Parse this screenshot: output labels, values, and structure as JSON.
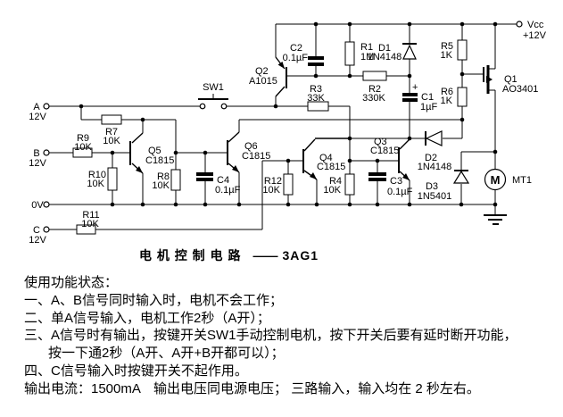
{
  "caption": {
    "text": "电 机 控 制 电 路",
    "dash": "——",
    "model": "3AG1"
  },
  "terminals": {
    "a": {
      "name": "A",
      "voltage": "12V"
    },
    "b": {
      "name": "B",
      "voltage": "12V"
    },
    "zero": {
      "name": "0V"
    },
    "c": {
      "name": "C",
      "voltage": "12V"
    },
    "vcc": {
      "name": "Vcc",
      "voltage": "+12V"
    }
  },
  "components": {
    "r1": {
      "ref": "R1",
      "value": "1M"
    },
    "r2": {
      "ref": "R2",
      "value": "330K"
    },
    "r3": {
      "ref": "R3",
      "value": "33K"
    },
    "r4": {
      "ref": "R4",
      "value": "10K"
    },
    "r5": {
      "ref": "R5",
      "value": "1K"
    },
    "r6": {
      "ref": "R6",
      "value": "1K"
    },
    "r7": {
      "ref": "R7",
      "value": "10K"
    },
    "r8": {
      "ref": "R8",
      "value": "10K"
    },
    "r9": {
      "ref": "R9",
      "value": "10K"
    },
    "r10": {
      "ref": "R10",
      "value": "10K"
    },
    "r11": {
      "ref": "R11",
      "value": "10K"
    },
    "r12": {
      "ref": "R12",
      "value": "10K"
    },
    "c1": {
      "ref": "C1",
      "value": "1µF"
    },
    "c2": {
      "ref": "C2",
      "value": "0.1µF"
    },
    "c3": {
      "ref": "C3",
      "value": "0.1µF"
    },
    "c4": {
      "ref": "C4",
      "value": "0.1µF"
    },
    "d1": {
      "ref": "D1",
      "value": "1N4148"
    },
    "d2": {
      "ref": "D2",
      "value": "1N4148"
    },
    "d3": {
      "ref": "D3",
      "value": "1N5401"
    },
    "q1": {
      "ref": "Q1",
      "value": "AO3401"
    },
    "q2": {
      "ref": "Q2",
      "value": "A1015"
    },
    "q3": {
      "ref": "Q3",
      "value": "C1815"
    },
    "q4": {
      "ref": "Q4",
      "value": "C1815"
    },
    "q5": {
      "ref": "Q5",
      "value": "C1815"
    },
    "q6": {
      "ref": "Q6",
      "value": "C1815"
    },
    "sw1": {
      "ref": "SW1"
    },
    "mt1": {
      "ref": "MT1",
      "symbol": "M"
    },
    "plus_sign": "+"
  },
  "notes": {
    "heading": "使用功能状态：",
    "items": [
      "一、A、B信号同时输入时，电机不会工作；",
      "二、单A信号输入，电机工作2秒（A开）；",
      "三、A信号时有输出，按键开关SW1手动控制电机，按下开关后要有延时断开功能，",
      "按一下通2秒（A开、A开+B开都可以）；",
      "四、C信号输入时按键开关不起作用。"
    ],
    "footer": "输出电流：1500mA　输出电压同电源电压；  三路输入，输入均在 2 秒左右。"
  }
}
